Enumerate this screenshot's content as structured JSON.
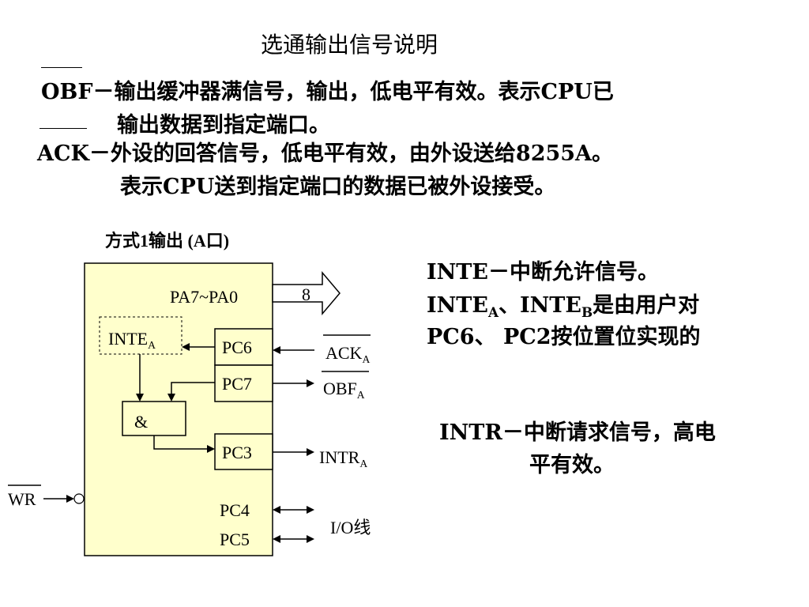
{
  "title": "选通输出信号说明",
  "obf_desc": {
    "term": "OBF",
    "line1": "－输出缓冲器满信号，输出，低电平有效。表示CPU已",
    "line2": "输出数据到指定端口。"
  },
  "ack_desc": {
    "term": "ACK",
    "line1": "－外设的回答信号，低电平有效，由外设送给8255A。",
    "line2": "表示CPU送到指定端口的数据已被外设接受。"
  },
  "diagram": {
    "mode_label": "方式1输出 (A口)",
    "port_label": "PA7~PA0",
    "bus_width": "8",
    "inte_a": "INTE",
    "inte_a_sub": "A",
    "and_gate": "&",
    "pins": {
      "pc6": "PC6",
      "pc7": "PC7",
      "pc3": "PC3",
      "pc4": "PC4",
      "pc5": "PC5"
    },
    "signals": {
      "ack": "ACK",
      "ack_sub": "A",
      "obf": "OBF",
      "obf_sub": "A",
      "intr": "INTR",
      "intr_sub": "A",
      "io": "I/O线",
      "wr": "WR"
    },
    "colors": {
      "block_fill": "#ffffcc",
      "ink": "#000000"
    }
  },
  "notes": {
    "inte_title": "INTE－中断允许信号。",
    "inte_line2_a": "INTE",
    "inte_line2_a_sub": "A",
    "inte_line2_sep": "、",
    "inte_line2_b": "INTE",
    "inte_line2_b_sub": "B",
    "inte_line2_rest": "是由用户对",
    "inte_line3": "PC6、 PC2按位置位实现的",
    "intr_line1": "INTR－中断请求信号，高电",
    "intr_line2": "平有效。"
  }
}
